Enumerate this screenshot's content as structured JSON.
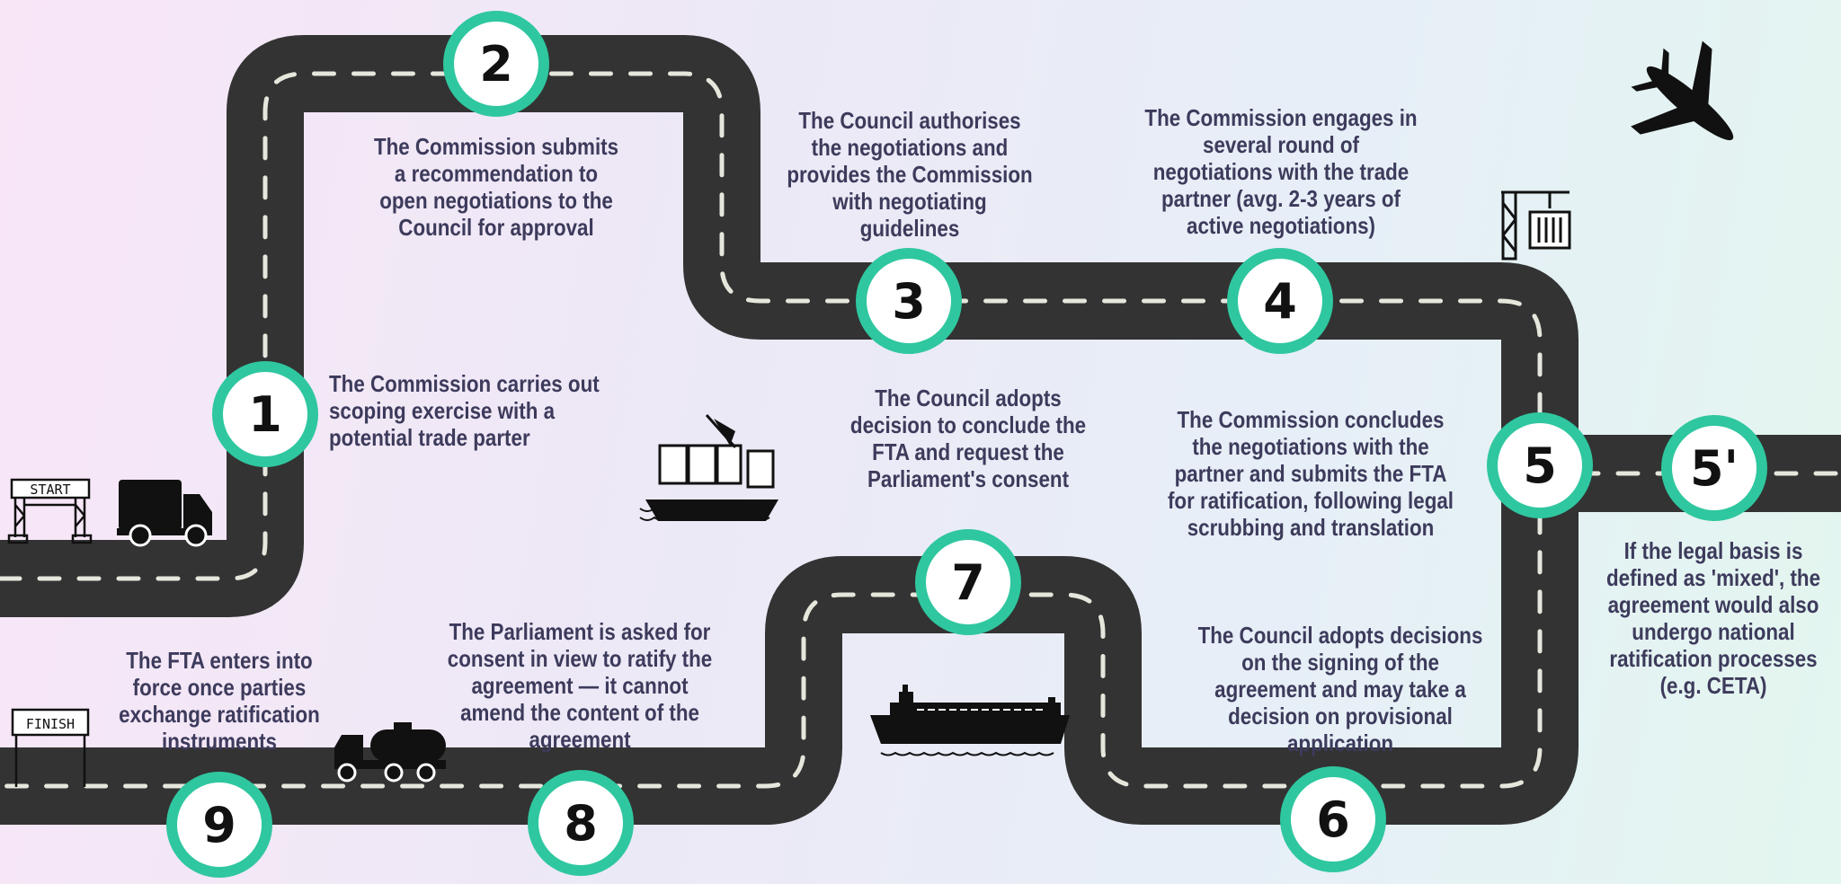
{
  "colors": {
    "road": "#333333",
    "road_dash": "#e6e6dc",
    "marker_ring": "#2fc79f",
    "marker_fill": "#ffffff",
    "text": "#3d3b5c",
    "icon": "#111111"
  },
  "gates": {
    "start": "START",
    "finish": "FINISH"
  },
  "steps": [
    {
      "number": "1",
      "text": "The Commission carries out scoping exercise with a potential trade parter"
    },
    {
      "number": "2",
      "text": "The Commission submits a recommendation to open negotiations to the Council for approval"
    },
    {
      "number": "3",
      "text": "The Council authorises the negotiations and provides the Commission with negotiating guidelines"
    },
    {
      "number": "4",
      "text": "The Commission engages in several round of negotiations with the trade partner (avg. 2-3 years of active negotiations)"
    },
    {
      "number": "5",
      "text": "The Commission concludes the negotiations with the partner and submits the FTA for ratification, following legal scrubbing and translation"
    },
    {
      "number": "5'",
      "text": "If the legal basis is defined as 'mixed', the agreement would also undergo national ratification processes (e.g. CETA)"
    },
    {
      "number": "6",
      "text": "The Council adopts decisions on the signing of the agreement and may take a decision on provisional application"
    },
    {
      "number": "7",
      "text": "The Council adopts decision to conclude the FTA and request the Parliament's consent"
    },
    {
      "number": "8",
      "text": "The Parliament is asked for consent in view to ratify the agreement — it cannot amend the content of the agreement"
    },
    {
      "number": "9",
      "text": "The FTA enters into force once parties exchange ratification instruments"
    }
  ],
  "icons": [
    "start-gate-icon",
    "truck-icon",
    "cargo-ship-icon",
    "crane-container-icon",
    "airplane-icon",
    "tanker-ship-icon",
    "tanker-truck-icon",
    "finish-gate-icon"
  ]
}
